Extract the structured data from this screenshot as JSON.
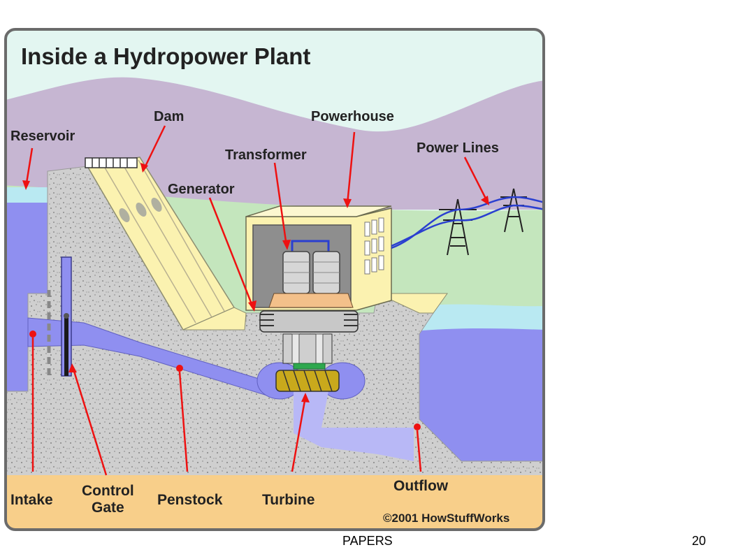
{
  "diagram": {
    "title": "Inside a Hydropower Plant",
    "labels": {
      "reservoir": "Reservoir",
      "dam": "Dam",
      "powerhouse": "Powerhouse",
      "transformer": "Transformer",
      "generator": "Generator",
      "power_lines": "Power Lines",
      "intake": "Intake",
      "control_gate_line1": "Control",
      "control_gate_line2": "Gate",
      "penstock": "Penstock",
      "turbine": "Turbine",
      "outflow": "Outflow"
    },
    "copyright": "©2001 HowStuffWorks",
    "colors": {
      "sky": "#e3f6f1",
      "mountains": "#c6b6d2",
      "grass": "#c4e6bd",
      "water": "#8f8ff0",
      "water_light": "#b9e9f2",
      "concrete": "#cfcfcf",
      "dam_face": "#fbf2b0",
      "ground": "#f8cf8a",
      "arrow": "#ee1111",
      "frame": "#6b6b6b"
    }
  },
  "footer": {
    "label": "PAPERS",
    "page_number": "20"
  }
}
